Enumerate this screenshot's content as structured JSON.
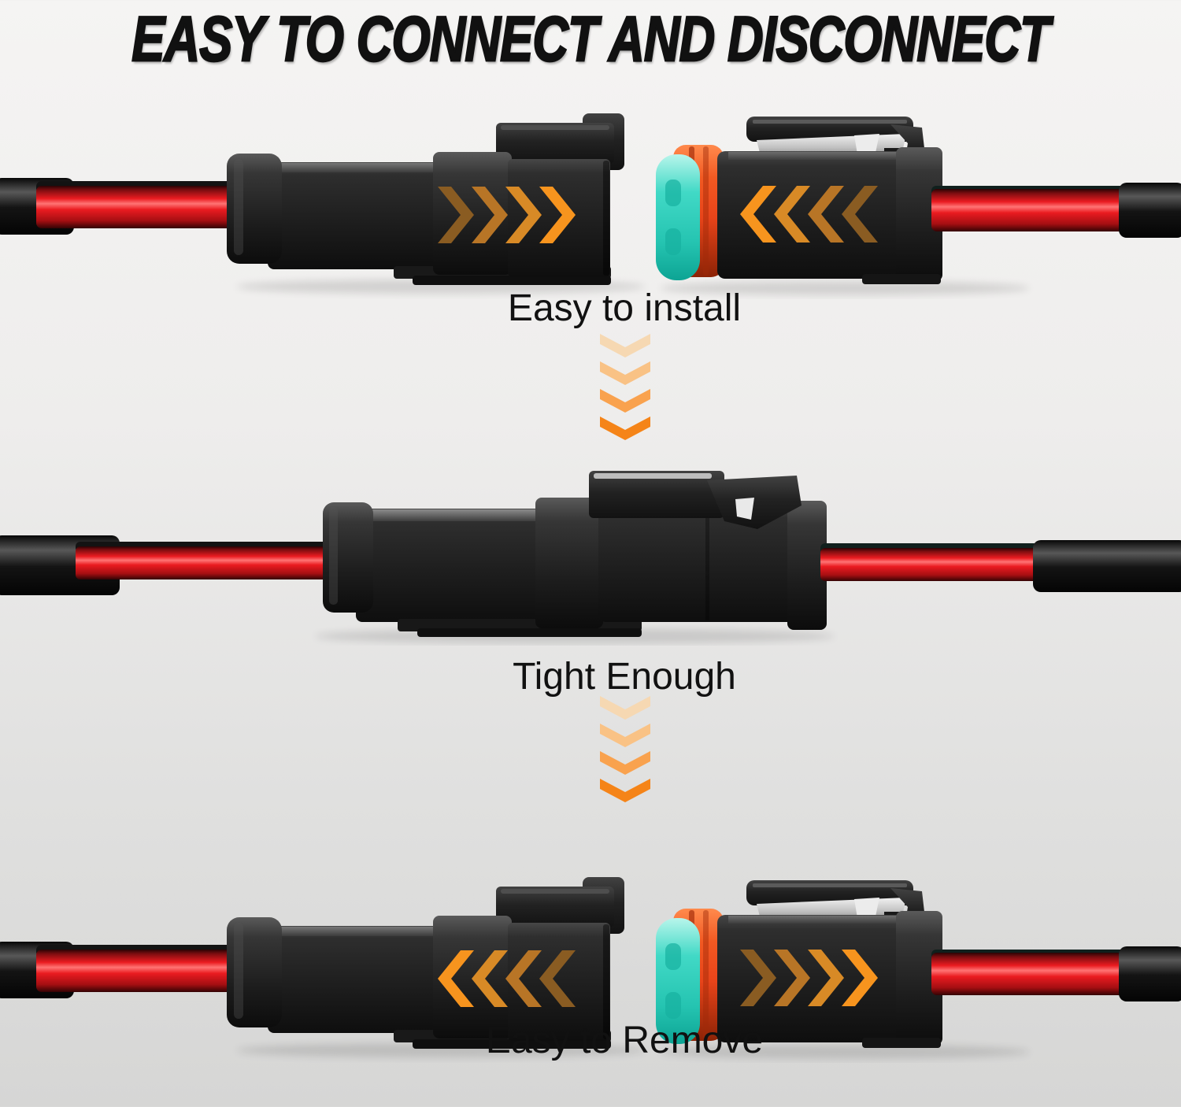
{
  "title": "EASY TO CONNECT AND DISCONNECT",
  "steps": [
    {
      "id": "step-install",
      "label": "Easy to install",
      "state": "separated",
      "arrow_direction": "inward"
    },
    {
      "id": "step-tight",
      "label": "Tight Enough",
      "state": "connected",
      "arrow_direction": "none"
    },
    {
      "id": "step-remove",
      "label": "Easy to Remove",
      "state": "separated",
      "arrow_direction": "outward"
    }
  ],
  "separator_icon": "down-chevrons-icon",
  "illustration_parts": [
    "red-wire",
    "wire-sheath",
    "male-connector",
    "female-connector",
    "teal-seal",
    "orange-seal-ring",
    "latch-clip",
    "chevron-arrows"
  ],
  "colors": {
    "title_color": "#111111",
    "label_color": "#111111",
    "background_top": "#f5f4f3",
    "background_bottom": "#d6d6d5",
    "wire_red": "#ea1b20",
    "wire_sheath_black": "#141414",
    "connector_black": "#1e1e1e",
    "seal_teal": "#41d9c6",
    "seal_orange": "#e8441a",
    "chevron_shade_1": "#8a5c22",
    "chevron_shade_2": "#b87526",
    "chevron_shade_3": "#d88a26",
    "chevron_shade_4": "#f7941e",
    "arrow_shade_1": "#f6d8b2",
    "arrow_shade_2": "#f9c285",
    "arrow_shade_3": "#f9a24e",
    "arrow_shade_4": "#f58418"
  }
}
